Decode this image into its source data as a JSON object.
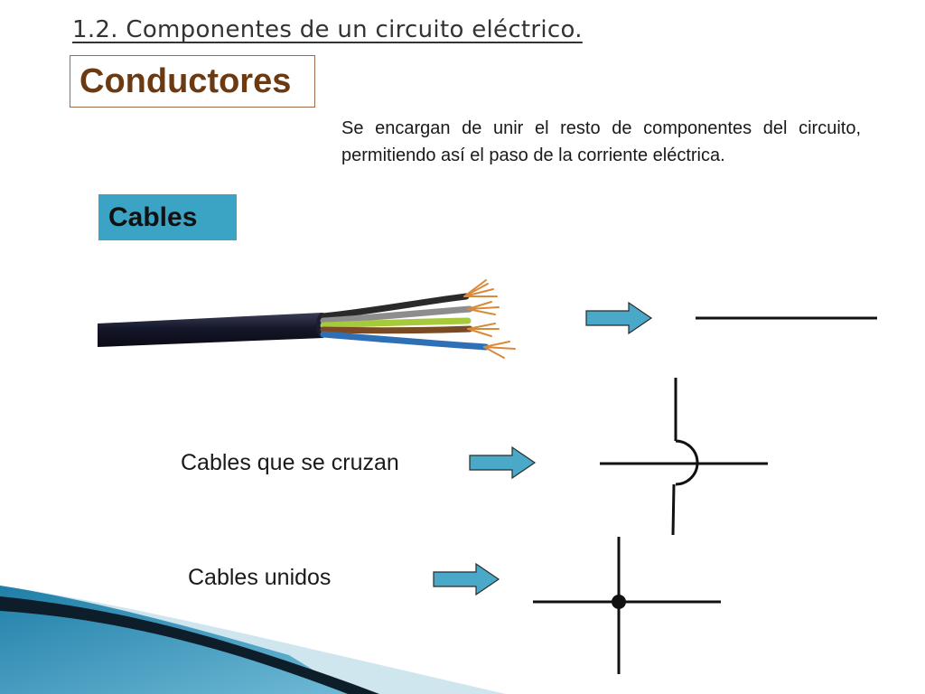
{
  "slide": {
    "title": "1.2. Componentes de un circuito eléctrico.",
    "section_title": "Conductores",
    "description": "Se encargan de unir el resto de componentes del circuito, permitiendo así el paso de la corriente eléctrica.",
    "cables_label": "Cables",
    "crossing_label": "Cables que se cruzan",
    "joined_label": "Cables unidos"
  },
  "colors": {
    "arrow_fill": "#4aa8c8",
    "label_background": "#3ba3c4",
    "section_title_text": "#6b3a12"
  },
  "icons": [
    "arrow-right-icon",
    "wire-symbol-icon",
    "crossing-wires-symbol-icon",
    "joined-wires-symbol-icon"
  ]
}
